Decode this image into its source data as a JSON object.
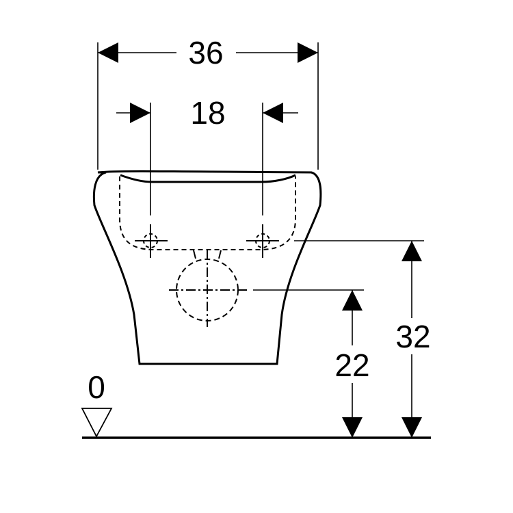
{
  "drawing": {
    "subject": "wall-hung sanitary fixture, front view",
    "stroke_color": "#000000",
    "background": "#ffffff"
  },
  "dimensions": {
    "overall_width": "36",
    "fixing_spacing": "18",
    "fixing_height": "32",
    "waste_height": "22",
    "floor_level": "0"
  }
}
